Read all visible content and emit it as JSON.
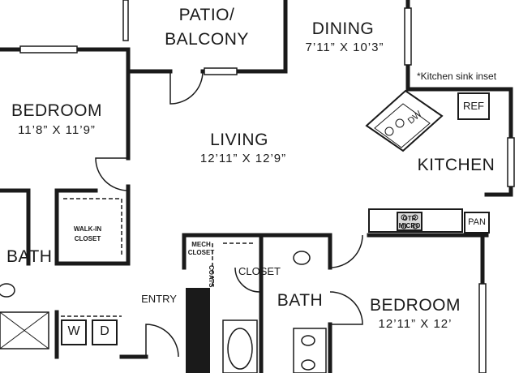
{
  "rooms": {
    "patio": {
      "name_line1": "PATIO/",
      "name_line2": "BALCONY"
    },
    "dining": {
      "name": "DINING",
      "dims": "7’11” X 10’3”"
    },
    "bedroom_left": {
      "name": "BEDROOM",
      "dims": "11’8” X 11’9”"
    },
    "living": {
      "name": "LIVING",
      "dims": "12’11” X 12’9”"
    },
    "kitchen": {
      "name": "KITCHEN"
    },
    "bath_left": {
      "name": "BATH"
    },
    "bath_right": {
      "name": "BATH"
    },
    "bedroom_right": {
      "name": "BEDROOM",
      "dims": "12’11” X 12’"
    },
    "entry": {
      "name": "ENTRY"
    }
  },
  "fixtures": {
    "walk_in_closet_line1": "WALK-IN",
    "walk_in_closet_line2": "CLOSET",
    "mech_closet_line1": "MECH",
    "mech_closet_line2": "CLOSET",
    "coats": "COATS",
    "closet": "CLOSET",
    "refrigerator": "REF",
    "pantry": "PAN",
    "otr_line1": "OTR",
    "otr_line2": "MICRO",
    "washer": "W",
    "dryer": "D",
    "dishwasher": "DW"
  },
  "notes": {
    "kitchen_sink": "*Kitchen sink inset"
  }
}
